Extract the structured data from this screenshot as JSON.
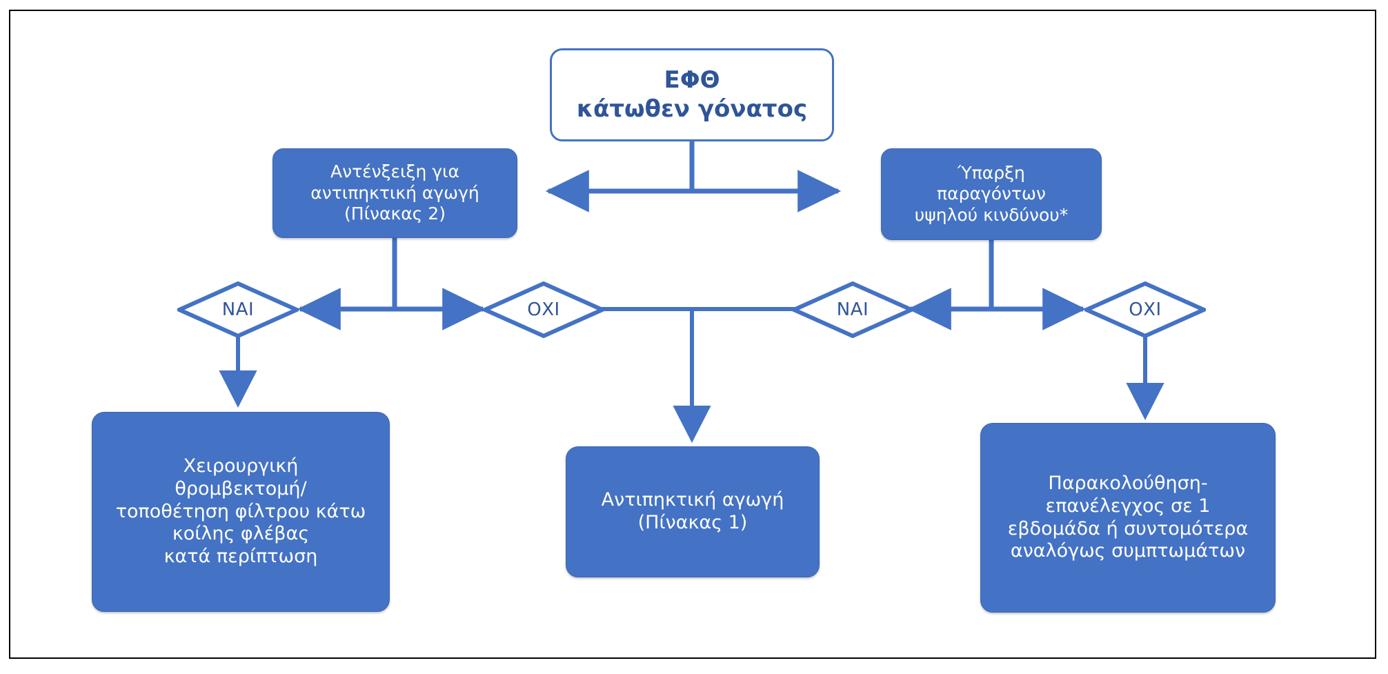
{
  "diagram": {
    "title_text": "ΕΦΘ κάτωθεν γόνατος",
    "colors": {
      "accent_blue": "#4472C4",
      "dark_blue_text": "#2F5597",
      "white": "#FFFFFF",
      "frame_border": "#000000"
    },
    "root": {
      "line1": "ΕΦΘ",
      "line2": "κάτωθεν γόνατος"
    },
    "branch_left": {
      "line1": "Αντένξειξη για",
      "line2": "αντιπηκτική αγωγή",
      "line3": "(Πίνακας 2)"
    },
    "branch_right": {
      "line1": "Ύπαρξη",
      "line2": "παραγόντων",
      "line3": "υψηλού κινδύνου*"
    },
    "decisions": [
      {
        "id": "left-yes",
        "label": "ΝΑΙ"
      },
      {
        "id": "left-no",
        "label": "ΟΧΙ"
      },
      {
        "id": "right-yes",
        "label": "ΝΑΙ"
      },
      {
        "id": "right-no",
        "label": "ΟΧΙ"
      }
    ],
    "outcome_left": {
      "line1": "Χειρουργική",
      "line2": "θρομβεκτομή/",
      "line3": "τοποθέτηση φίλτρου κάτω",
      "line4": "κοίλης φλέβας",
      "line5": "κατά περίπτωση"
    },
    "outcome_center": {
      "line1": "Αντιπηκτική αγωγή",
      "line2": "(Πίνακας 1)"
    },
    "outcome_right": {
      "line1": "Παρακολούθηση-",
      "line2": "επανέλεγχος σε 1",
      "line3": "εβδομάδα ή συντομότερα",
      "line4": "αναλόγως συμπτωμάτων"
    }
  }
}
